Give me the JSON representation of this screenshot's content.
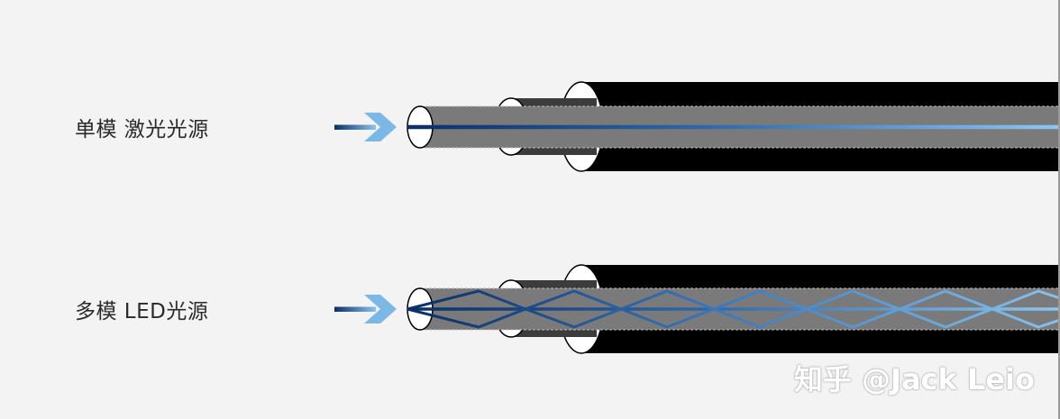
{
  "labels": {
    "single_mode": "单模 激光光源",
    "multi_mode": "多模 LED光源"
  },
  "watermark": "知乎 @Jack Leio",
  "colors": {
    "background": "#f3f3f3",
    "jacket": "#000000",
    "core": "#7a7a7a",
    "beam_dark": "#0b2f66",
    "beam_light": "#79b7e6"
  }
}
